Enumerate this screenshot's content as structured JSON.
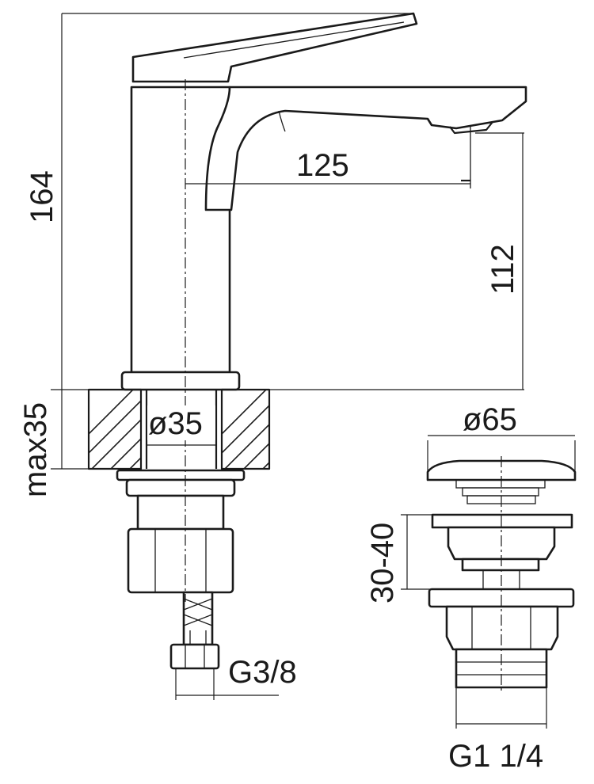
{
  "dimensions": {
    "height_total": "164",
    "spout_reach": "125",
    "spout_height": "112",
    "max_deck": "max35",
    "hole_diameter": "ø35",
    "connection_thread": "G3/8",
    "waste_cap_diameter": "ø65",
    "waste_adjust_range": "30-40",
    "waste_thread": "G1 1/4"
  }
}
